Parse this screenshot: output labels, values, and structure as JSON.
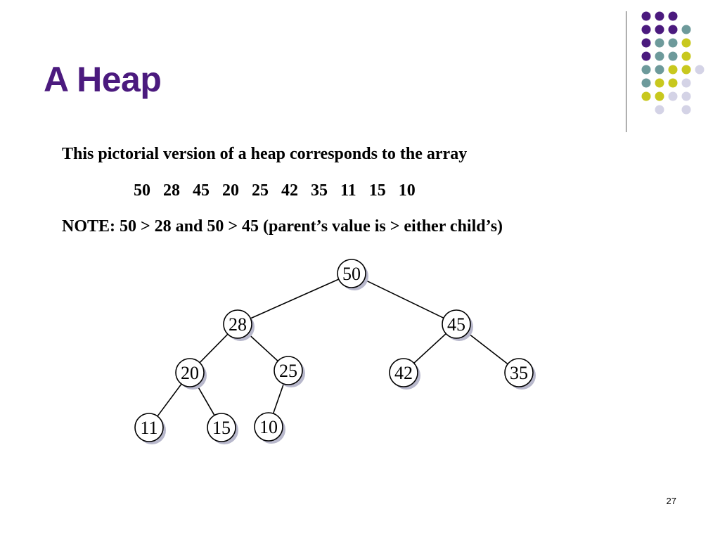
{
  "slide": {
    "title": "A Heap",
    "title_color": "#4b1a7e",
    "intro": "This pictorial version of a heap corresponds to the array",
    "array": [
      "50",
      "28",
      "45",
      "20",
      "25",
      "42",
      "35",
      "11",
      "15",
      "10"
    ],
    "note": "NOTE: 50 > 28 and 50 > 45 (parent’s  value is > either child’s)",
    "page_number": "27"
  },
  "decoration": {
    "dot_colors": {
      "purple": "#4b1a7e",
      "teal": "#6d9a9b",
      "yellow": "#c8c81e",
      "lavender": "#d4d3e6"
    }
  },
  "heap_tree": {
    "nodes": [
      {
        "id": "n0",
        "value": "50"
      },
      {
        "id": "n1",
        "value": "28"
      },
      {
        "id": "n2",
        "value": "45"
      },
      {
        "id": "n3",
        "value": "20"
      },
      {
        "id": "n4",
        "value": "25"
      },
      {
        "id": "n5",
        "value": "42"
      },
      {
        "id": "n6",
        "value": "35"
      },
      {
        "id": "n7",
        "value": "11"
      },
      {
        "id": "n8",
        "value": "15"
      },
      {
        "id": "n9",
        "value": "10"
      }
    ],
    "edges": [
      [
        "n0",
        "n1"
      ],
      [
        "n0",
        "n2"
      ],
      [
        "n1",
        "n3"
      ],
      [
        "n1",
        "n4"
      ],
      [
        "n2",
        "n5"
      ],
      [
        "n2",
        "n6"
      ],
      [
        "n3",
        "n7"
      ],
      [
        "n3",
        "n8"
      ],
      [
        "n4",
        "n9"
      ]
    ],
    "node_fill": "#ffffff",
    "node_shadow": "#b8b8cc",
    "edge_color": "#000000"
  }
}
